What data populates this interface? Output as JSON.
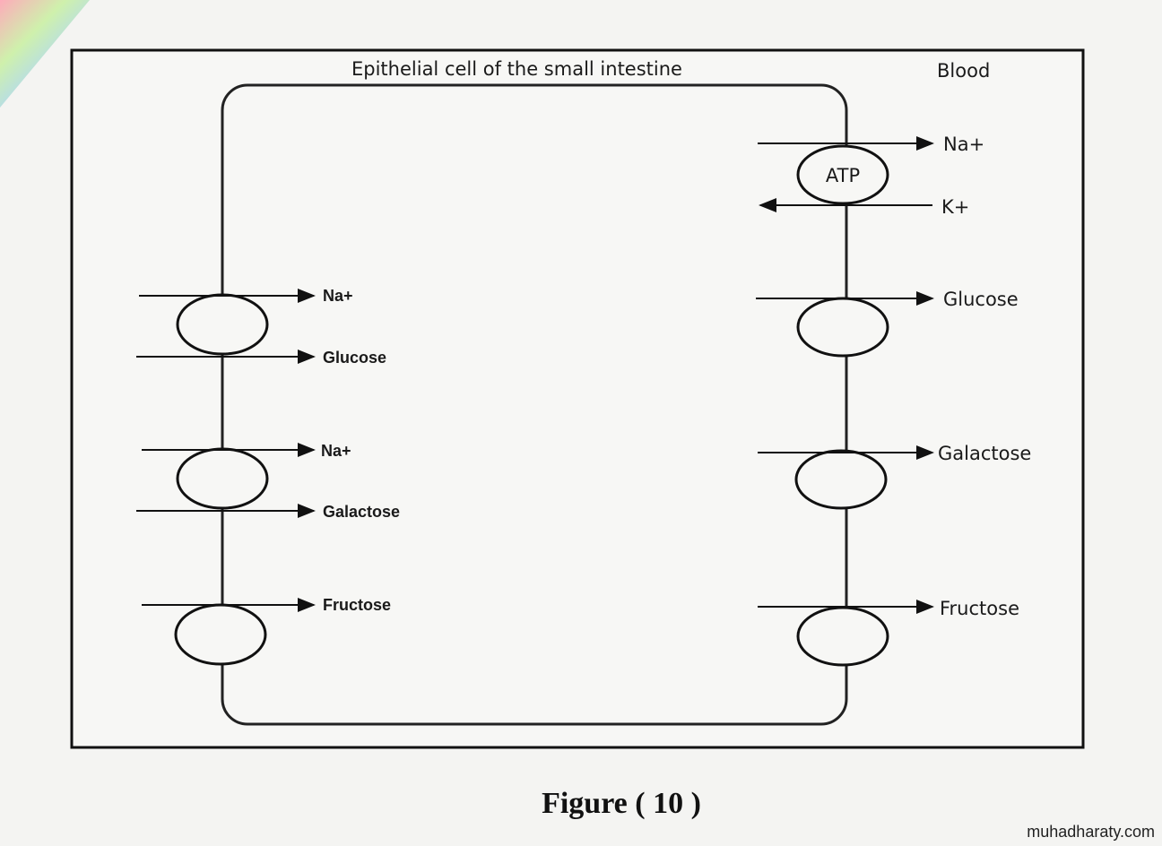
{
  "diagram": {
    "title": "Epithelial cell of the small intestine",
    "blood_label": "Blood",
    "atp_label": "ATP",
    "left_side": [
      {
        "label": "Na+"
      },
      {
        "label": "Glucose"
      },
      {
        "label": "Na+"
      },
      {
        "label": "Galactose"
      },
      {
        "label": "Fructose"
      }
    ],
    "right_side": [
      {
        "label": "Na+"
      },
      {
        "label": "K+"
      },
      {
        "label": "Glucose"
      },
      {
        "label": "Galactose"
      },
      {
        "label": "Fructose"
      }
    ]
  },
  "caption": "Figure ( 10 )",
  "watermark": "muhadharaty.com"
}
